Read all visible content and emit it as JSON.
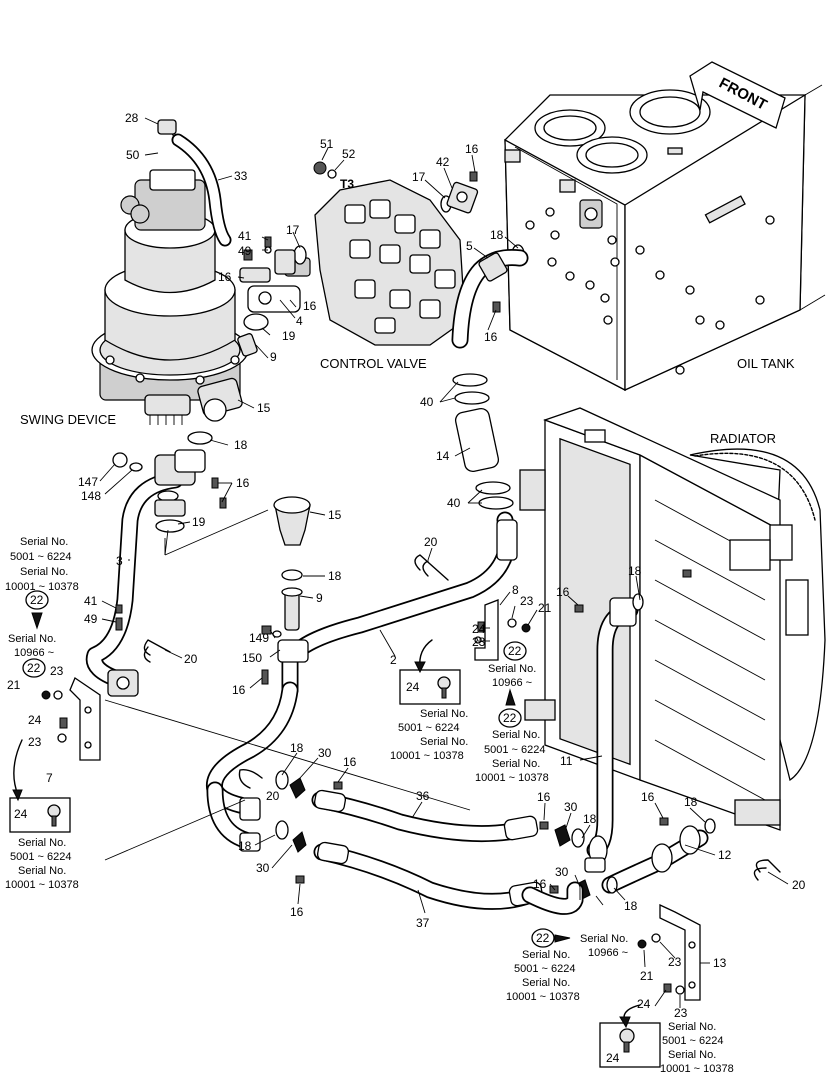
{
  "labels": {
    "swing_device": "SWING DEVICE",
    "control_valve": "CONTROL VALVE",
    "oil_tank": "OIL TANK",
    "radiator": "RADIATOR",
    "front": "FRONT",
    "t3": "T3"
  },
  "callouts": {
    "p28": "28",
    "p50": "50",
    "p33": "33",
    "p51": "51",
    "p52": "52",
    "p42": "42",
    "p16a": "16",
    "p17a": "17",
    "p41a": "41",
    "p49a": "49",
    "p17b": "17",
    "p18a": "18",
    "p5": "5",
    "p16b": "16",
    "p16c": "16",
    "p4": "4",
    "p16d": "16",
    "p19a": "19",
    "p9a": "9",
    "p15a": "15",
    "p18b": "18",
    "p40a": "40",
    "p14": "14",
    "p40b": "40",
    "p147": "147",
    "p148": "148",
    "p16e": "16",
    "p19b": "19",
    "p15b": "15",
    "p3": "3",
    "p18c": "18",
    "p20a": "20",
    "p9b": "9",
    "p41b": "41",
    "p49b": "49",
    "p20b": "20",
    "p149": "149",
    "p150": "150",
    "p16f": "16",
    "p23a": "23",
    "p21a": "21",
    "p24a": "24",
    "p23b": "23",
    "p7": "7",
    "p2": "2",
    "p24b": "24",
    "p23c": "23",
    "p8": "8",
    "p23d": "23",
    "p21b": "21",
    "p16g": "16",
    "p18d": "18",
    "p11": "11",
    "p18e": "18",
    "p30a": "30",
    "p16h": "16",
    "p20c": "20",
    "p36": "36",
    "p16i": "16",
    "p30b": "30",
    "p18f": "18",
    "p16j": "16",
    "p18g": "18",
    "p12": "12",
    "p18h": "18",
    "p30c": "30",
    "p16k": "16",
    "p37": "37",
    "p16l": "16",
    "p30d": "30",
    "p18i": "18",
    "p20d": "20",
    "p21c": "21",
    "p23e": "23",
    "p13": "13",
    "p24c": "24",
    "p23f": "23",
    "p24d": "24",
    "p24e": "24"
  },
  "circled": {
    "c22a": "22",
    "c22b": "22",
    "c22c": "22",
    "c22d": "22",
    "c22e": "22"
  },
  "serial": {
    "serial_no": "Serial No.",
    "range_a": "5001 ~ 6224",
    "range_b": "10001 ~ 10378",
    "range_c": "10966 ~"
  }
}
